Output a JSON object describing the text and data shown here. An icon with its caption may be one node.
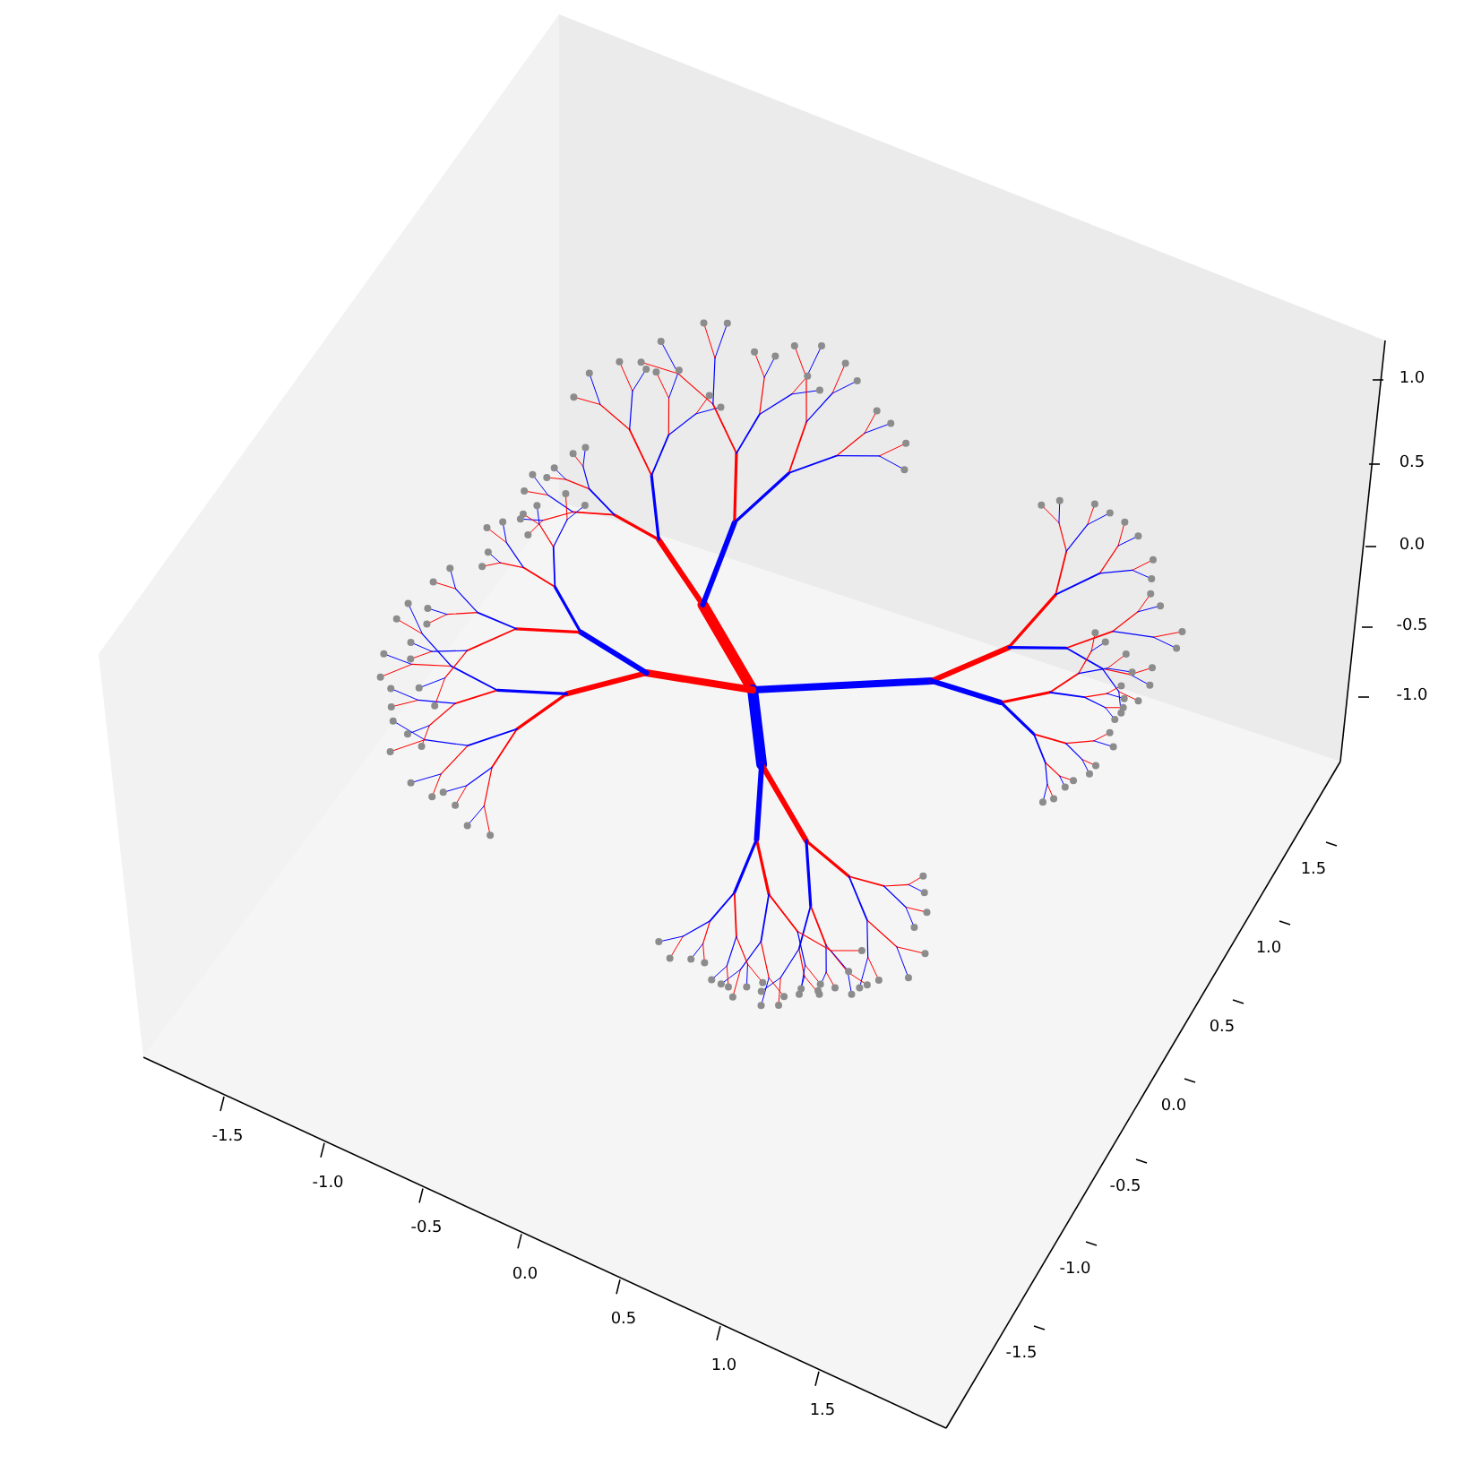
{
  "diagram": {
    "labels": [
      "1.0",
      "0.5",
      "0.0",
      "-0.5",
      "-1.0",
      "1.5",
      "1.0",
      "0.5",
      "0.0",
      "-0.5",
      "-1.0",
      "-1.5",
      "-1.5",
      "-1.0",
      "-0.5",
      "0.0",
      "0.5",
      "1.0",
      "1.5"
    ]
  }
}
